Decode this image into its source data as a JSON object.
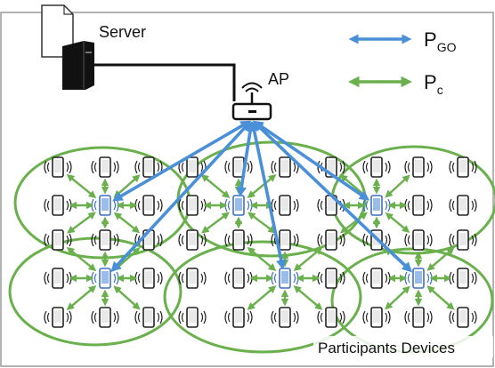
{
  "labels": {
    "server": "Server",
    "ap": "AP",
    "participants": "Participants Devices"
  },
  "legend": {
    "go": {
      "main": "P",
      "sub": "GO",
      "color": "#4a90d9"
    },
    "c": {
      "main": "P",
      "sub": "c",
      "color": "#6ab04c"
    }
  },
  "colors": {
    "frame": "#9a9a9a",
    "wire": "#111111",
    "phone": "#222222",
    "go_phone": "#3d6fc4",
    "circle": "#6ab04c"
  },
  "groups": [
    {
      "id": "cluster-top-left"
    },
    {
      "id": "cluster-top-middle"
    },
    {
      "id": "cluster-top-right"
    },
    {
      "id": "cluster-bottom-left"
    },
    {
      "id": "cluster-bottom-middle"
    },
    {
      "id": "cluster-bottom-right"
    }
  ]
}
